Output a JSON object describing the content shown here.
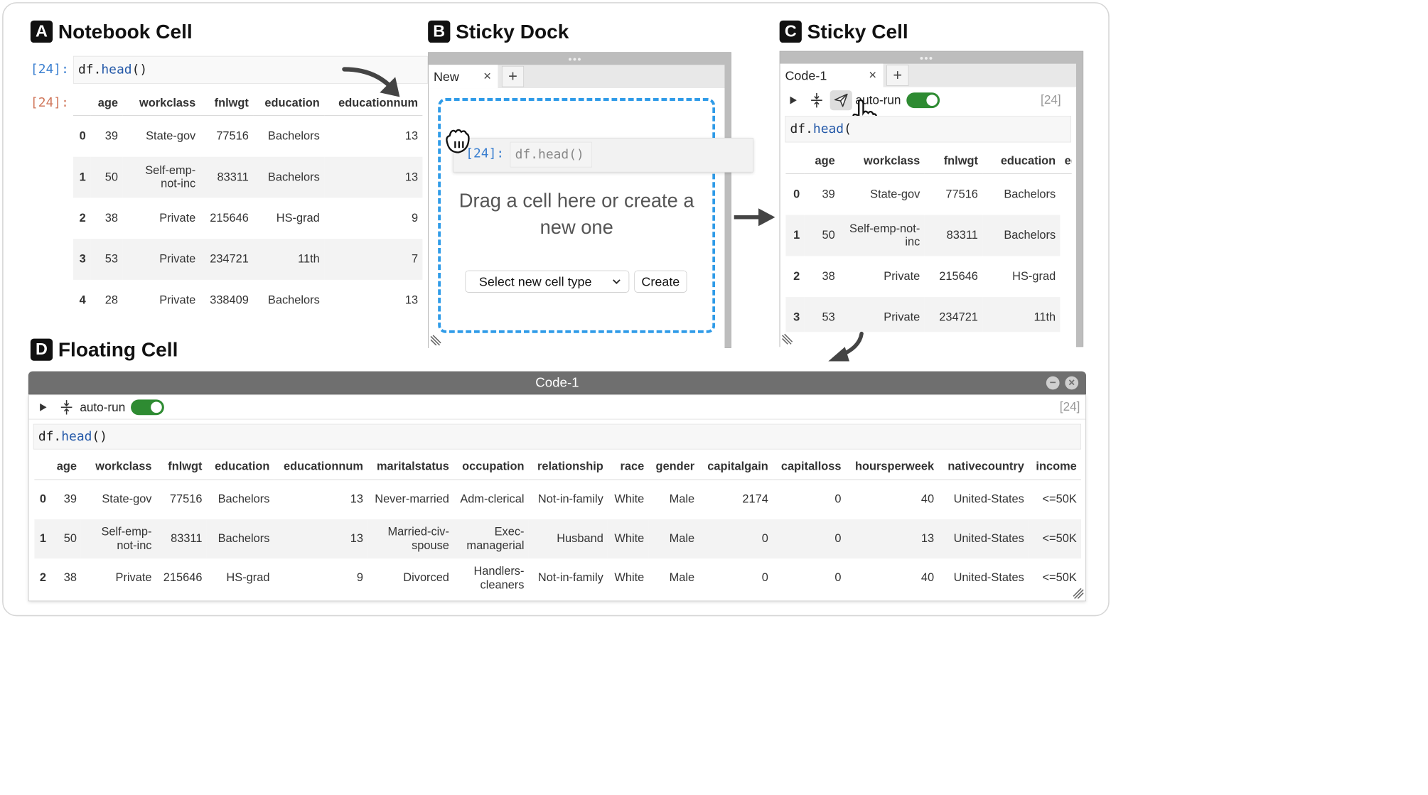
{
  "sections": {
    "a": {
      "badge": "A",
      "title": "Notebook Cell"
    },
    "b": {
      "badge": "B",
      "title": "Sticky Dock"
    },
    "c": {
      "badge": "C",
      "title": "Sticky Cell"
    },
    "d": {
      "badge": "D",
      "title": "Floating Cell"
    }
  },
  "notebook": {
    "in_prompt": "[24]:",
    "out_prompt": "[24]:",
    "code_obj": "df.",
    "code_fn": "head",
    "code_args": "()",
    "headers": [
      "",
      "age",
      "workclass",
      "fnlwgt",
      "education",
      "educationnum"
    ],
    "rows": [
      [
        "0",
        "39",
        "State-gov",
        "77516",
        "Bachelors",
        "13"
      ],
      [
        "1",
        "50",
        "Self-emp-not-inc",
        "83311",
        "Bachelors",
        "13"
      ],
      [
        "2",
        "38",
        "Private",
        "215646",
        "HS-grad",
        "9"
      ],
      [
        "3",
        "53",
        "Private",
        "234721",
        "11th",
        "7"
      ],
      [
        "4",
        "28",
        "Private",
        "338409",
        "Bachelors",
        "13"
      ]
    ]
  },
  "dock": {
    "tab_label": "New",
    "close_glyph": "×",
    "plus_glyph": "+",
    "drag_line1": "Drag a cell here or create a",
    "drag_line2": "new one",
    "ghost_prompt": "[24]:",
    "ghost_code": "df.head()",
    "select_label": "Select new cell type",
    "create_label": "Create",
    "grip": "•••"
  },
  "sticky": {
    "tab_label": "Code-1",
    "close_glyph": "×",
    "plus_glyph": "+",
    "grip": "•••",
    "autorun_label": "auto-run",
    "counter": "[24]",
    "code_obj": "df.",
    "code_fn": "head",
    "code_args": "(",
    "headers": [
      "",
      "age",
      "workclass",
      "fnlwgt",
      "education",
      "edu"
    ],
    "rows": [
      [
        "0",
        "39",
        "State-gov",
        "77516",
        "Bachelors"
      ],
      [
        "1",
        "50",
        "Self-emp-not-inc",
        "83311",
        "Bachelors"
      ],
      [
        "2",
        "38",
        "Private",
        "215646",
        "HS-grad"
      ],
      [
        "3",
        "53",
        "Private",
        "234721",
        "11th"
      ]
    ]
  },
  "floating": {
    "title": "Code-1",
    "autorun_label": "auto-run",
    "counter": "[24]",
    "code_obj": "df.",
    "code_fn": "head",
    "code_args": "()",
    "minimize_glyph": "−",
    "close_glyph": "×",
    "headers": [
      "",
      "age",
      "workclass",
      "fnlwgt",
      "education",
      "educationnum",
      "maritalstatus",
      "occupation",
      "relationship",
      "race",
      "gender",
      "capitalgain",
      "capitalloss",
      "hoursperweek",
      "nativecountry",
      "income"
    ],
    "rows": [
      [
        "0",
        "39",
        "State-gov",
        "77516",
        "Bachelors",
        "13",
        "Never-married",
        "Adm-clerical",
        "Not-in-family",
        "White",
        "Male",
        "2174",
        "0",
        "40",
        "United-States",
        "<=50K"
      ],
      [
        "1",
        "50",
        "Self-emp-not-inc",
        "83311",
        "Bachelors",
        "13",
        "Married-civ-spouse",
        "Exec-managerial",
        "Husband",
        "White",
        "Male",
        "0",
        "0",
        "13",
        "United-States",
        "<=50K"
      ],
      [
        "2",
        "38",
        "Private",
        "215646",
        "HS-grad",
        "9",
        "Divorced",
        "Handlers-cleaners",
        "Not-in-family",
        "White",
        "Male",
        "0",
        "0",
        "40",
        "United-States",
        "<=50K"
      ]
    ]
  },
  "icons": {
    "run": "run-triangle-icon",
    "split": "split-cell-icon",
    "send": "send-paper-plane-icon",
    "grab": "grab-hand-icon",
    "pointer": "pointer-hand-icon",
    "chevron": "chevron-down-icon",
    "resize": "resize-grip-icon"
  },
  "colors": {
    "accent_blue": "#2f9be8",
    "toggle_green": "#2e8b32",
    "header_gray": "#6f6f6f",
    "prompt_in": "#3a7fd0",
    "prompt_out": "#d0775b"
  }
}
